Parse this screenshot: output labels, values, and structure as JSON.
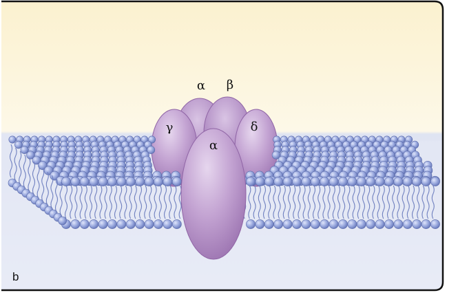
{
  "figure": {
    "panel_label": "b",
    "subunits": {
      "alpha_left": "α",
      "beta": "β",
      "gamma": "γ",
      "delta": "δ",
      "alpha_front": "α"
    }
  },
  "colors": {
    "background_top": "#fbf1cf",
    "background_bottom": "#e7ebf6",
    "membrane_head": "#8f9fd6",
    "membrane_head_outline": "#5a6aaa",
    "membrane_tail": "#6e7fbf",
    "protein": "#b390c2",
    "protein_dark": "#8f64a5",
    "frame": "#111111"
  },
  "icons": {
    "receptor": "acetylcholine-receptor-pentamer",
    "bilayer": "phospholipid-bilayer"
  }
}
